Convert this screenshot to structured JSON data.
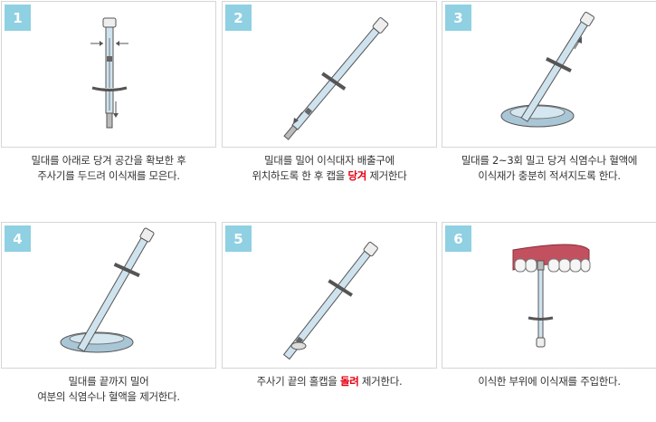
{
  "steps": [
    {
      "number": "1",
      "lines": [
        [
          {
            "t": "밀대를 아래로 당겨 공간을 확보한 후"
          }
        ],
        [
          {
            "t": "주사기를 두드려 이식재를 모은다."
          }
        ]
      ]
    },
    {
      "number": "2",
      "lines": [
        [
          {
            "t": "밀대를 밀어 이식대자 배출구에"
          }
        ],
        [
          {
            "t": "위치하도록 한 후 캡을 "
          },
          {
            "t": "당겨",
            "hl": true
          },
          {
            "t": " 제거한다"
          }
        ]
      ]
    },
    {
      "number": "3",
      "lines": [
        [
          {
            "t": "밀대를 2~3회 밀고 당겨 식염수나 혈액에"
          }
        ],
        [
          {
            "t": "이식재가 충분히 적셔지도록 한다."
          }
        ]
      ]
    },
    {
      "number": "4",
      "lines": [
        [
          {
            "t": "밀대를 끝까지 밀어"
          }
        ],
        [
          {
            "t": "여분의 식염수나 혈액을 제거한다."
          }
        ]
      ]
    },
    {
      "number": "5",
      "lines": [
        [
          {
            "t": "주사기 끝의 홀캡을 "
          },
          {
            "t": "돌려",
            "hl": true
          },
          {
            "t": " 제거한다."
          }
        ]
      ]
    },
    {
      "number": "6",
      "lines": [
        [
          {
            "t": "이식한 부위에 이식재를 주입한다."
          }
        ]
      ]
    }
  ],
  "colors": {
    "badge": "#8fd0e2",
    "highlight": "#e60012",
    "syringe": "#cfe3ee",
    "dish": "#a9c6d6",
    "gum": "#c2505f"
  }
}
